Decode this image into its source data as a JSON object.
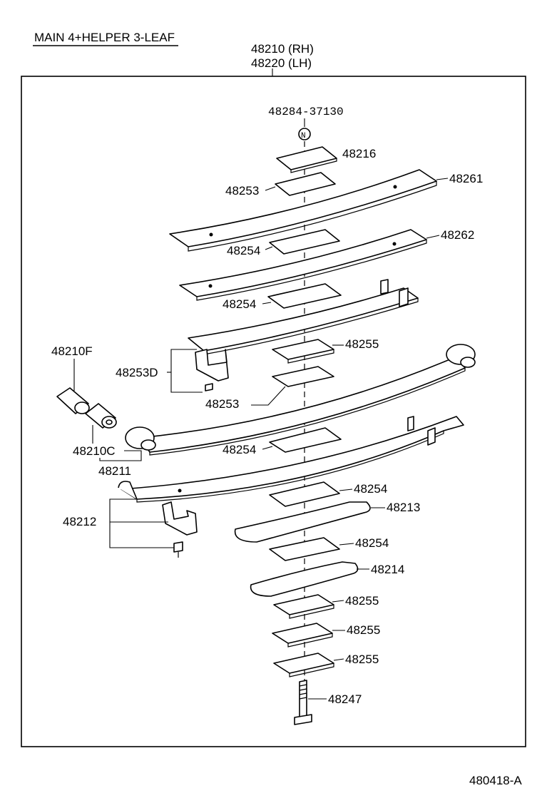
{
  "title": "MAIN 4+HELPER 3-LEAF",
  "assembly": {
    "rh": "48210 (RH)",
    "lh": "48220 (LH)"
  },
  "reference_code": "480418-A",
  "parts": {
    "p48284": "48284-37130",
    "nut_symbol": "N",
    "p48216": "48216",
    "p48253_top": "48253",
    "p48261": "48261",
    "p48254_a": "48254",
    "p48262": "48262",
    "p48254_b": "48254",
    "p48255_a": "48255",
    "p48210F": "48210F",
    "p48253D": "48253D",
    "p48253_mid": "48253",
    "p48210C": "48210C",
    "p48211": "48211",
    "p48254_c": "48254",
    "p48254_d": "48254",
    "p48212": "48212",
    "p48213": "48213",
    "p48254_e": "48254",
    "p48214": "48214",
    "p48255_b": "48255",
    "p48255_c": "48255",
    "p48255_d": "48255",
    "p48247": "48247"
  }
}
